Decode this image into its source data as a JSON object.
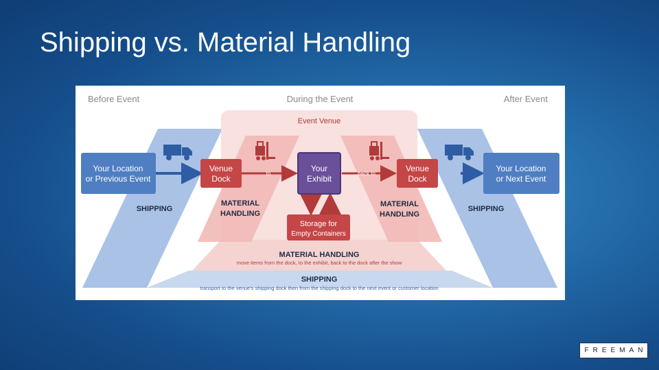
{
  "slide": {
    "title": "Shipping vs. Material Handling"
  },
  "diagram": {
    "phases": {
      "before": "Before Event",
      "during": "During the Event",
      "after": "After Event"
    },
    "venue_label": "Event Venue",
    "boxes": {
      "origin_line1": "Your Location",
      "origin_line2": "or Previous Event",
      "venue_dock_in_1": "Venue",
      "venue_dock_in_2": "Dock",
      "exhibit_1": "Your",
      "exhibit_2": "Exhibit",
      "venue_dock_out_1": "Venue",
      "venue_dock_out_2": "Dock",
      "dest_line1": "Your Location",
      "dest_line2": "or Next Event",
      "storage_1": "Storage for",
      "storage_2": "Empty Containers"
    },
    "arrow_labels": {
      "to": "to",
      "back_to": "back to"
    },
    "labels": {
      "shipping_left": "SHIPPING",
      "shipping_right": "SHIPPING",
      "mh_left_1": "MATERIAL",
      "mh_left_2": "HANDLING",
      "mh_right_1": "MATERIAL",
      "mh_right_2": "HANDLING",
      "mh_bottom_title": "MATERIAL HANDLING",
      "mh_bottom_desc": "move items from the dock, to the exhibit, back to the dock after the show",
      "shipping_bottom_title": "SHIPPING",
      "shipping_bottom_desc": "transport to the venue's shipping dock then from the shipping dock to the next event or customer location"
    },
    "icons": [
      "truck-icon",
      "forklift-icon",
      "forklift-icon",
      "truck-icon"
    ],
    "colors": {
      "shipping_band": "#a9c2e6",
      "shipping_box": "#4f7fc2",
      "mh_band": "#f1c7c7",
      "dock_box": "#c54646",
      "exhibit_box": "#6a4f9a",
      "venue_bg": "#f8e1df"
    }
  },
  "logo": {
    "text": "FREEMAN"
  }
}
